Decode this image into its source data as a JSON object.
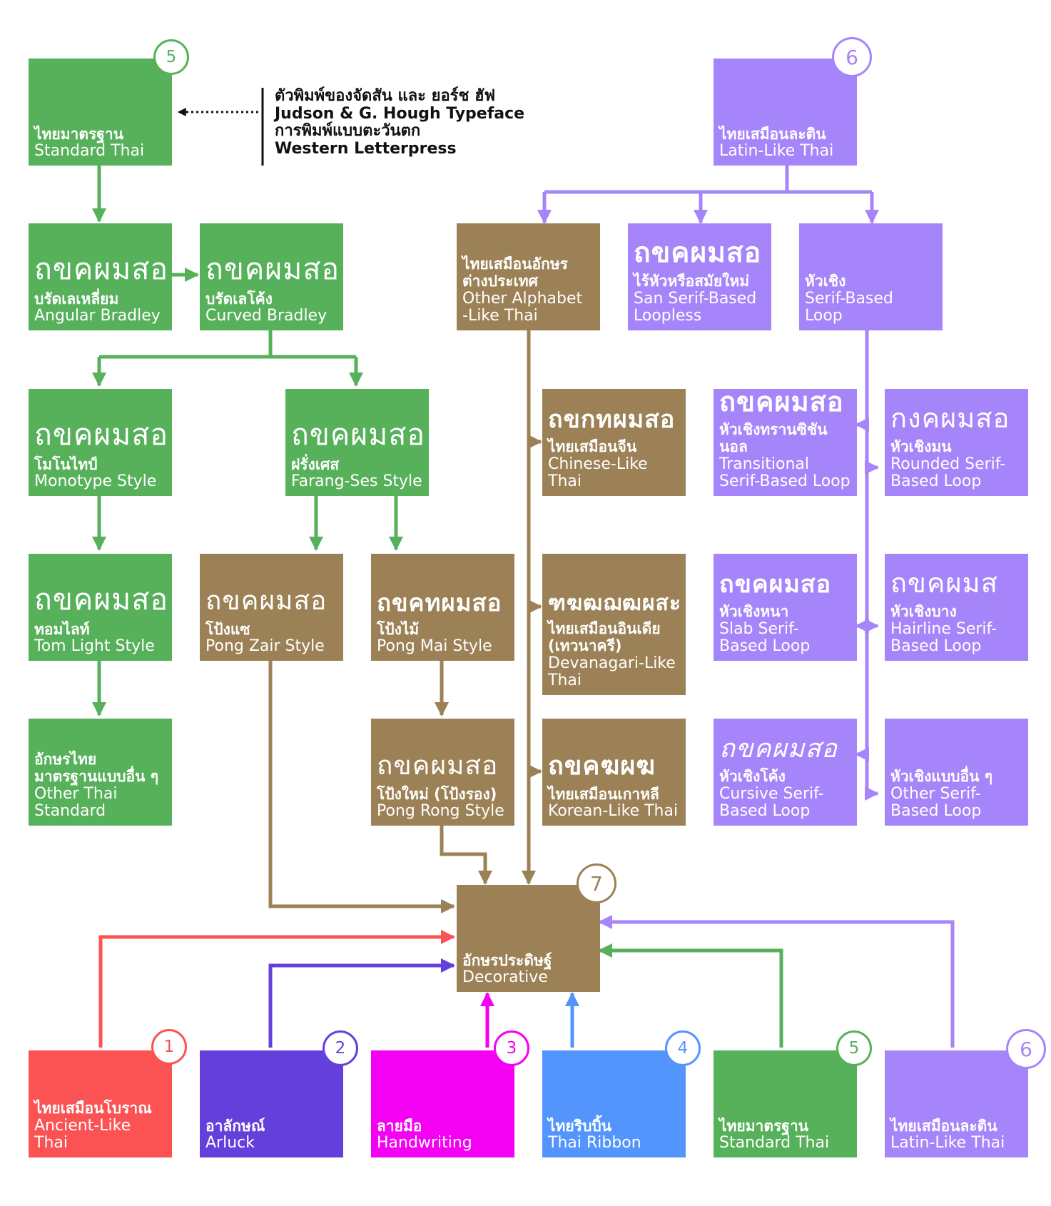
{
  "note": {
    "th_line1": "ตัวพิมพ์ของจัดสัน และ ยอร์ช ฮัฟ",
    "en_line1": "Judson & G. Hough Typeface",
    "th_line2": "การพิมพ์แบบตะวันตก",
    "en_line2": "Western Letterpress"
  },
  "badges": {
    "b1": "1",
    "b2": "2",
    "b3": "3",
    "b4": "4",
    "b5": "5",
    "b6": "6",
    "b7": "7",
    "b5top": "5",
    "b6top": "6"
  },
  "nodes": {
    "standard_top": {
      "th": "ไทยมาตรฐาน",
      "en": "Standard Thai"
    },
    "latin_top": {
      "th": "ไทยเสมือนละติน",
      "en": "Latin-Like Thai"
    },
    "angular": {
      "sample": "ถขคผมสอ",
      "th": "บรัดเลเหลี่ยม",
      "en": "Angular Bradley"
    },
    "curved": {
      "sample": "ถขคผมสอ",
      "th": "บรัดเลโค้ง",
      "en": "Curved Bradley"
    },
    "other_alpha": {
      "th": "ไทยเสมือนอักษรต่างประเทศ",
      "en1": "Other Alphabet",
      "en2": "-Like Thai"
    },
    "sans": {
      "sample": "ถขคผมสอ",
      "th": "ไร้หัวหรือสมัยใหม่",
      "en1": "San Serif-Based",
      "en2": "Loopless"
    },
    "serif_loop": {
      "th": "หัวเชิง",
      "en1": "Serif-Based",
      "en2": "Loop"
    },
    "monotype": {
      "sample": "ถขคผมสอ",
      "th": "โมโนไทป์",
      "en": "Monotype Style"
    },
    "farang": {
      "sample": "ถขคผมสอ",
      "th": "ฝรั่งเศส",
      "en": "Farang-Ses Style"
    },
    "chinese": {
      "sample": "ถขกทผมสอ",
      "th": "ไทยเสมือนจีน",
      "en": "Chinese-Like Thai"
    },
    "transitional": {
      "sample": "ถขคผมสอ",
      "th": "หัวเชิงทรานซิชันนอล",
      "en1": "Transitional",
      "en2": "Serif-Based  Loop"
    },
    "rounded": {
      "sample": "กงคผมสอ",
      "th": "หัวเชิงมน",
      "en1": "Rounded Serif-",
      "en2": "Based Loop"
    },
    "tomlight": {
      "sample": "ถขคผมสอ",
      "th": "ทอมไลท์",
      "en": "Tom Light Style"
    },
    "pongzair": {
      "sample": "ถขคผมสอ",
      "th": "โป้งแซ",
      "en": "Pong Zair Style"
    },
    "pongmai": {
      "sample": "ถขคทผมสอ",
      "th": "โป้งไม้",
      "en": "Pong Mai Style"
    },
    "devanagari": {
      "sample": "ฑฆฒฌฒผสะ",
      "th1": "ไทยเสมือนอินเดีย",
      "th2": "(เทวนาครี)",
      "en1": "Devanagari-Like",
      "en2": "Thai"
    },
    "slab": {
      "sample": "ถขคผมสอ",
      "th": "หัวเชิงหนา",
      "en1": "Slab Serif-",
      "en2": "Based Loop"
    },
    "hairline": {
      "sample": "ถขคผมส",
      "th": "หัวเชิงบาง",
      "en1": "Hairline Serif-",
      "en2": "Based Loop"
    },
    "other_std": {
      "th1": "อักษรไทย",
      "th2": "มาตรฐานแบบอื่น ๆ",
      "en1": "Other Thai",
      "en2": "Standard"
    },
    "pongrong": {
      "sample": "ถขคผมสอ",
      "th": "โป้งใหม่ (โป้งรอง)",
      "en": "Pong Rong Style"
    },
    "korean": {
      "sample": "ถขคฆผฆ",
      "th": "ไทยเสมือนเกาหลี",
      "en": "Korean-Like Thai"
    },
    "cursive": {
      "sample": "ถขคผมสอ",
      "th": "หัวเชิงโค้ง",
      "en1": "Cursive Serif-",
      "en2": "Based Loop"
    },
    "other_serif": {
      "th": "หัวเชิงแบบอื่น ๆ",
      "en1": "Other Serif-",
      "en2": "Based Loop"
    },
    "decorative": {
      "th": "อักษรประดิษฐ์",
      "en": "Decorative"
    },
    "ancient": {
      "th": "ไทยเสมือนโบราณ",
      "en": "Ancient-Like Thai"
    },
    "arluck": {
      "th": "อาลักษณ์",
      "en": "Arluck"
    },
    "handwriting": {
      "th": "ลายมือ",
      "en": "Handwriting"
    },
    "ribbon": {
      "th": "ไทยริบบิ้น",
      "en": "Thai Ribbon"
    },
    "standard_bot": {
      "th": "ไทยมาตรฐาน",
      "en": "Standard Thai"
    },
    "latin_bot": {
      "th": "ไทยเสมือนละติน",
      "en": "Latin-Like Thai"
    }
  },
  "colors": {
    "green": "#56b15a",
    "brown": "#9b8155",
    "purple": "#a685fb",
    "red": "#fb5254",
    "violet": "#653fdb",
    "magenta": "#f400f3",
    "blue": "#5395fd"
  }
}
